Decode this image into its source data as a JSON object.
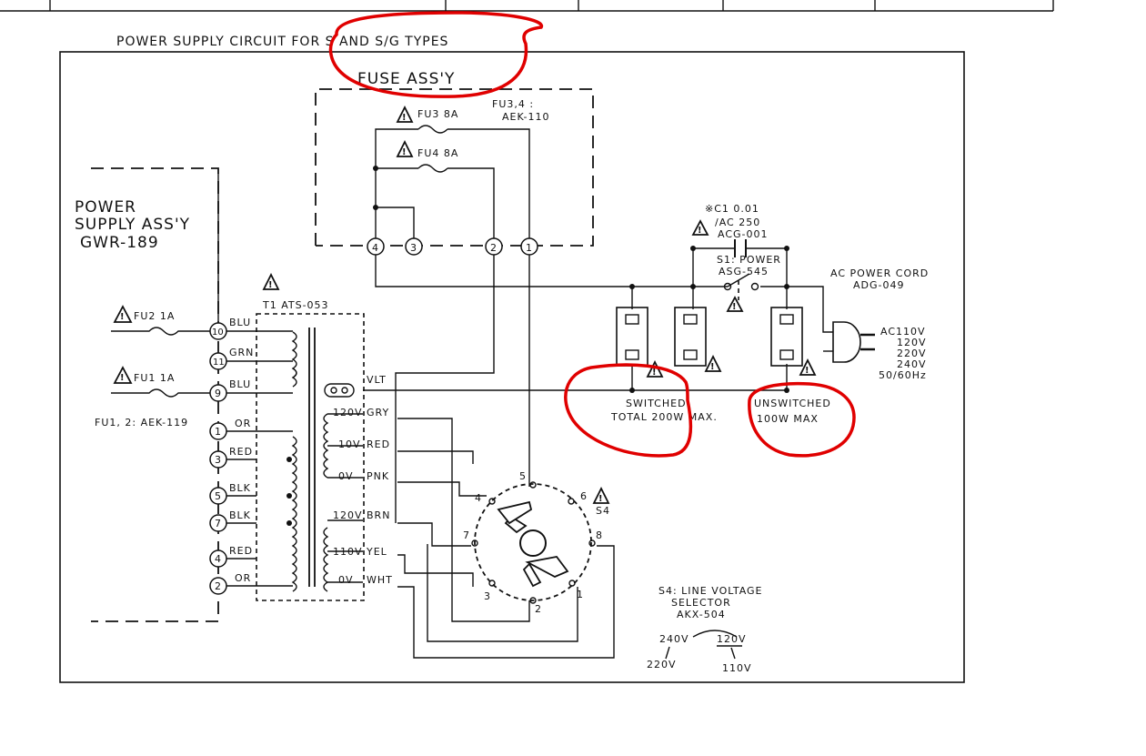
{
  "title": "POWER SUPPLY CIRCUIT FOR S AND S/G TYPES",
  "fuse_assy": {
    "label": "FUSE ASS'Y",
    "part": "FU3,4 :",
    "part_no": "AEK-110",
    "fu3": "FU3  8A",
    "fu4": "FU4  8A",
    "terminals": [
      "4",
      "3",
      "2",
      "1"
    ]
  },
  "power_supply": {
    "line1": "POWER",
    "line2": "SUPPLY ASS'Y",
    "line3": "GWR-189",
    "fu2": "FU2  1A",
    "fu1": "FU1  1A",
    "fu_part": "FU1, 2: AEK-119",
    "terminals": [
      {
        "num": "10",
        "wire": "BLU"
      },
      {
        "num": "11",
        "wire": "GRN"
      },
      {
        "num": "9",
        "wire": "BLU"
      },
      {
        "num": "1",
        "wire": "OR"
      },
      {
        "num": "3",
        "wire": "RED"
      },
      {
        "num": "5",
        "wire": "BLK"
      },
      {
        "num": "7",
        "wire": "BLK"
      },
      {
        "num": "4",
        "wire": "RED"
      },
      {
        "num": "2",
        "wire": "OR"
      }
    ]
  },
  "transformer": {
    "label": "T1  ATS-053",
    "taps": [
      {
        "volt": "",
        "wire": "VLT"
      },
      {
        "volt": "120V",
        "wire": "GRY"
      },
      {
        "volt": "10V",
        "wire": "RED"
      },
      {
        "volt": "0V",
        "wire": "PNK"
      },
      {
        "volt": "120V",
        "wire": "BRN"
      },
      {
        "volt": "110V",
        "wire": "YEL"
      },
      {
        "volt": "0V",
        "wire": "WHT"
      }
    ]
  },
  "capacitor": {
    "line1": "※C1 0.01",
    "line2": "/AC 250",
    "line3": "ACG-001"
  },
  "switch": {
    "line1": "S1: POWER",
    "line2": "ASG-545"
  },
  "cord": {
    "line1": "AC POWER CORD",
    "line2": "ADG-049",
    "voltages": [
      "AC110V",
      "120V",
      "220V",
      "240V",
      "50/60Hz"
    ]
  },
  "outlets": {
    "switched_1": "SWITCHED",
    "switched_2": "TOTAL 200W MAX.",
    "unswitched_1": "UNSWITCHED",
    "unswitched_2": "100W  MAX"
  },
  "selector": {
    "name": "S4",
    "pins": [
      "5",
      "4",
      "6",
      "7",
      "8",
      "3",
      "2",
      "1"
    ],
    "label1": "S4: LINE VOLTAGE",
    "label2": "SELECTOR",
    "label3": "AKX-504",
    "pos_240": "240V",
    "pos_220": "220V",
    "pos_120": "120V",
    "pos_110": "110V"
  },
  "colors": {
    "annotation": "#e00000",
    "ink": "#111111"
  }
}
